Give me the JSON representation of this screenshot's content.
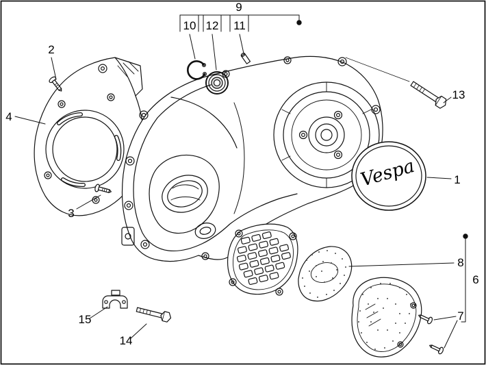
{
  "colors": {
    "line": "#000000",
    "background": "#ffffff"
  },
  "callouts": {
    "c1": "1",
    "c2": "2",
    "c3": "3",
    "c4": "4",
    "c6": "6",
    "c7": "7",
    "c8": "8",
    "c9": "9",
    "c10": "10",
    "c11": "11",
    "c12": "12",
    "c13": "13",
    "c14": "14",
    "c15": "15"
  },
  "logo": {
    "text": "Vespa"
  }
}
